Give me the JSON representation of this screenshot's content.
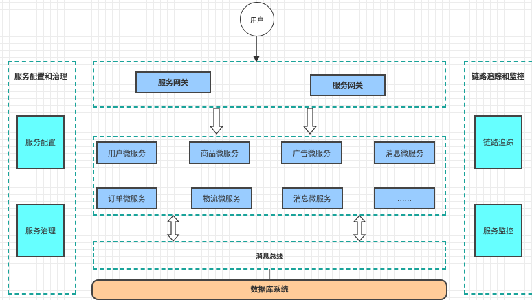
{
  "user": "用户",
  "left_panel": {
    "title": "服务配置和治理",
    "items": [
      "服务配置",
      "服务治理"
    ]
  },
  "right_panel": {
    "title": "链路追踪和监控",
    "items": [
      "链路追踪",
      "服务监控"
    ]
  },
  "gateway": {
    "items": [
      "服务网关",
      "服务网关"
    ]
  },
  "services": {
    "row1": [
      "用户微服务",
      "商品微服务",
      "广告微服务",
      "消息微服务"
    ],
    "row2": [
      "订单微服务",
      "物流微服务",
      "消息微服务",
      "......"
    ]
  },
  "bus": "消息总线",
  "database": "数据库系统",
  "colors": {
    "dashed_border": "#1aa39a",
    "service_box": "#99ccff",
    "side_box": "#66ffff",
    "database": "#ffcc99"
  }
}
